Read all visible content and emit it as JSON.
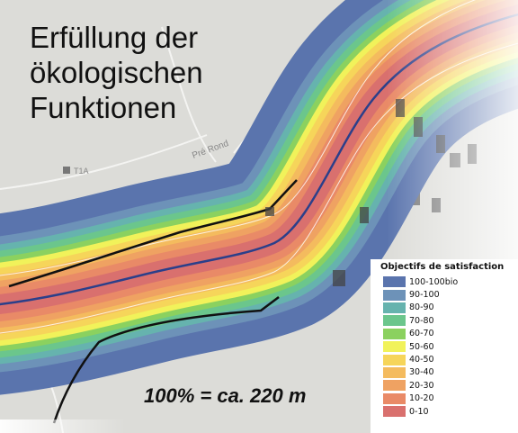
{
  "title_lines": [
    "Erfüllung der",
    "ökologischen",
    "Funktionen"
  ],
  "scale_note": "100% = ca. 220 m",
  "map_labels": {
    "label_1": "Pré Rond",
    "label_2": "T1A"
  },
  "legend": {
    "title": "Objectifs de satisfaction",
    "items": [
      {
        "label": "100-100bio",
        "color": "#5a74ad"
      },
      {
        "label": "90-100",
        "color": "#6d92b8"
      },
      {
        "label": "80-90",
        "color": "#66b3ae"
      },
      {
        "label": "70-80",
        "color": "#6bc68c"
      },
      {
        "label": "60-70",
        "color": "#8bd15f"
      },
      {
        "label": "50-60",
        "color": "#f1f25a"
      },
      {
        "label": "40-50",
        "color": "#f6d55a"
      },
      {
        "label": "30-40",
        "color": "#f4bb5e"
      },
      {
        "label": "20-30",
        "color": "#efa262"
      },
      {
        "label": "10-20",
        "color": "#e98a67"
      },
      {
        "label": "0-10",
        "color": "#d9706e"
      }
    ]
  }
}
